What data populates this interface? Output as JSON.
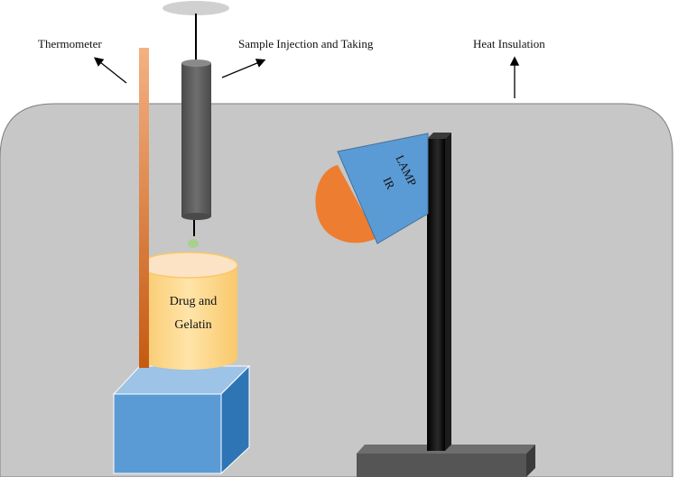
{
  "labels": {
    "thermometer": "Thermometer",
    "sample": "Sample Injection and Taking",
    "insulation": "Heat Insulation",
    "jar_line1": "Drug and",
    "jar_line2": "Gelatin",
    "lamp_line1": "IR",
    "lamp_line2": "LAMP"
  },
  "colors": {
    "enclosure": "#c7c7c7",
    "thermometer": "#e0783a",
    "syringe": "#5f5f5f",
    "jar": "#fdd98a",
    "block": "#5b9bd5",
    "lamp": "#5b9bd5",
    "bulb": "#ed7d31",
    "stand": "#111111"
  }
}
